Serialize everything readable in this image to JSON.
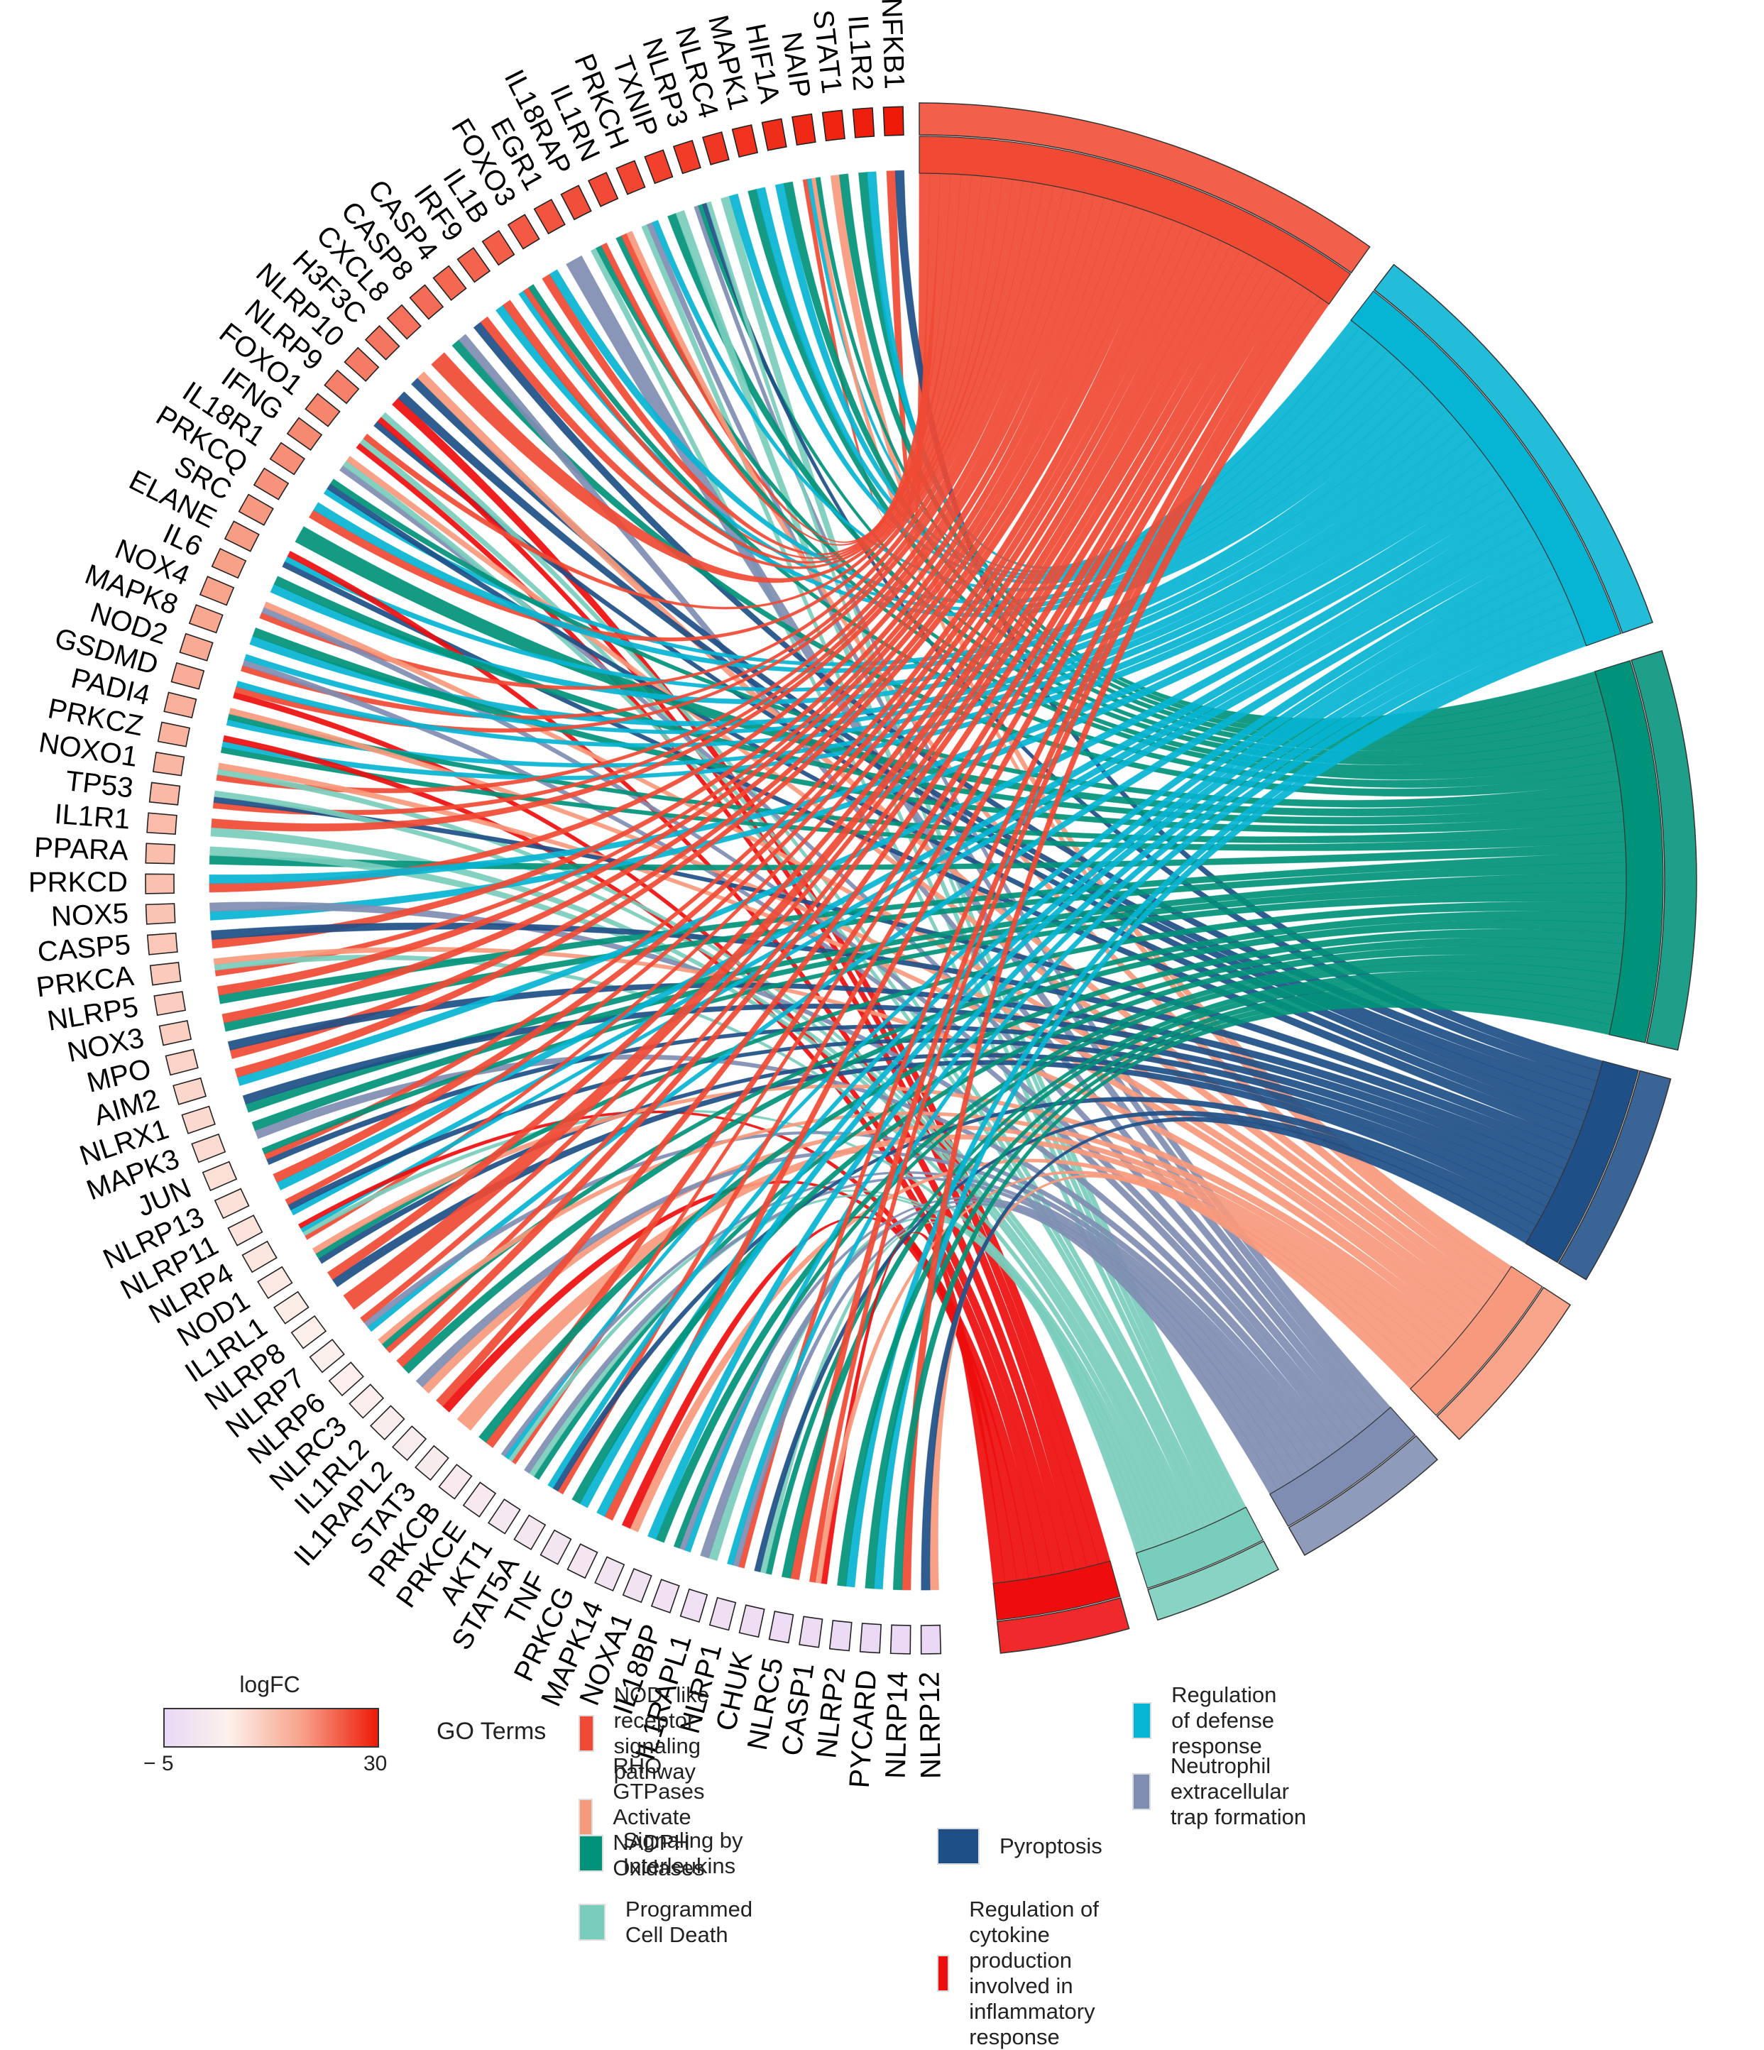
{
  "chart_data": {
    "type": "chord",
    "genes": [
      "NFKB1",
      "IL1R2",
      "STAT1",
      "NAIP",
      "HIF1A",
      "MAPK1",
      "NLRC4",
      "NLRP3",
      "TXNIP",
      "PRKCH",
      "IL1RN",
      "IL18RAP",
      "EGR1",
      "FOXO3",
      "IL1B",
      "IRF9",
      "CASP4",
      "CASP8",
      "CXCL8",
      "H3F3C",
      "NLRP10",
      "NLRP9",
      "FOXO1",
      "IFNG",
      "IL18R1",
      "PRKCQ",
      "SRC",
      "ELANE",
      "IL6",
      "NOX4",
      "MAPK8",
      "NOD2",
      "GSDMD",
      "PADI4",
      "PRKCZ",
      "NOXO1",
      "TP53",
      "IL1R1",
      "PPARA",
      "PRKCD",
      "NOX5",
      "CASP5",
      "PRKCA",
      "NLRP5",
      "NOX3",
      "MPO",
      "AIM2",
      "NLRX1",
      "MAPK3",
      "JUN",
      "NLRP13",
      "NLRP11",
      "NLRP4",
      "NOD1",
      "IL1RL1",
      "NLRP8",
      "NLRP7",
      "NLRP6",
      "NLRC3",
      "IL1RL2",
      "IL1RAPL2",
      "STAT3",
      "PRKCB",
      "PRKCE",
      "AKT1",
      "STAT5A",
      "TNF",
      "PRKCG",
      "MAPK14",
      "NOXA1",
      "IL18BP",
      "IL1RAPL1",
      "NLRP1",
      "CHUK",
      "NLRC5",
      "CASP1",
      "NLRP2",
      "PYCARD",
      "NLRP14",
      "NLRP12"
    ],
    "gene_logfc_rank": "descending from NFKB1 to NLRP12",
    "terms": [
      {
        "name": "NOD- like receptor signaling pathway",
        "color": "#f04a34",
        "size": 44
      },
      {
        "name": "Regulation of defense response",
        "color": "#06b4d4",
        "size": 41
      },
      {
        "name": "Signaling by Interleukins",
        "color": "#01927a",
        "size": 37
      },
      {
        "name": "Pyroptosis",
        "color": "#1e4f86",
        "size": 20
      },
      {
        "name": "RHO GTPases Activate NADPH Oxidases",
        "color": "#f7997c",
        "size": 16
      },
      {
        "name": "Neutrophil extracellular trap formation",
        "color": "#7f8db2",
        "size": 15
      },
      {
        "name": "Programmed Cell Death",
        "color": "#79cdbc",
        "size": 12
      },
      {
        "name": "Regulation of cytokine production involved in inflammatory response",
        "color": "#ee0d0d",
        "size": 12
      }
    ],
    "legend": {
      "logfc_title": "logFC",
      "logfc_min": "− 5",
      "logfc_max": "30",
      "go_title": "GO Terms"
    }
  }
}
